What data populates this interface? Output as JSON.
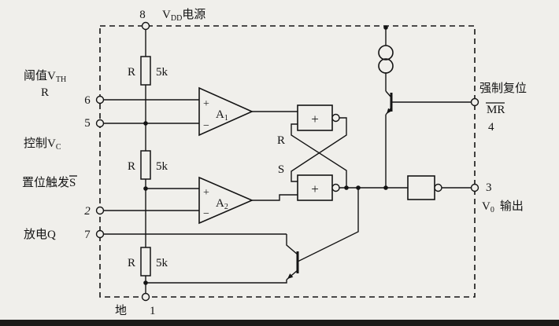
{
  "pins": {
    "p8": {
      "num": "8",
      "v": "V",
      "sub": "DD",
      "rest": "电源"
    },
    "p6": {
      "num": "6",
      "line1": "阈值V",
      "line1_sub": "TH",
      "line2": "R"
    },
    "p5": {
      "num": "5",
      "label": "控制V",
      "sub": "C"
    },
    "p2": {
      "num": "2",
      "label": "置位触发",
      "sbar": "S"
    },
    "p7": {
      "num": "7",
      "label": "放电Q"
    },
    "p1": {
      "num": "1",
      "label": "地"
    },
    "p4": {
      "num": "4",
      "label": "强制复位",
      "mr": "MR"
    },
    "p3": {
      "num": "3",
      "v": "V",
      "sub": "0",
      "rest": "输出"
    }
  },
  "resistors": [
    {
      "name": "R",
      "value": "5k"
    },
    {
      "name": "R",
      "value": "5k"
    },
    {
      "name": "R",
      "value": "5k"
    }
  ],
  "comparators": [
    {
      "plus": "+",
      "minus": "−",
      "name": "A",
      "sub": "1"
    },
    {
      "plus": "+",
      "minus": "−",
      "name": "A",
      "sub": "2"
    }
  ],
  "flipflop": {
    "r": "R",
    "s": "S",
    "gate_plus_1": "+",
    "gate_plus_2": "+"
  },
  "colors": {
    "ink": "#141414",
    "paper": "#f0efeb"
  }
}
